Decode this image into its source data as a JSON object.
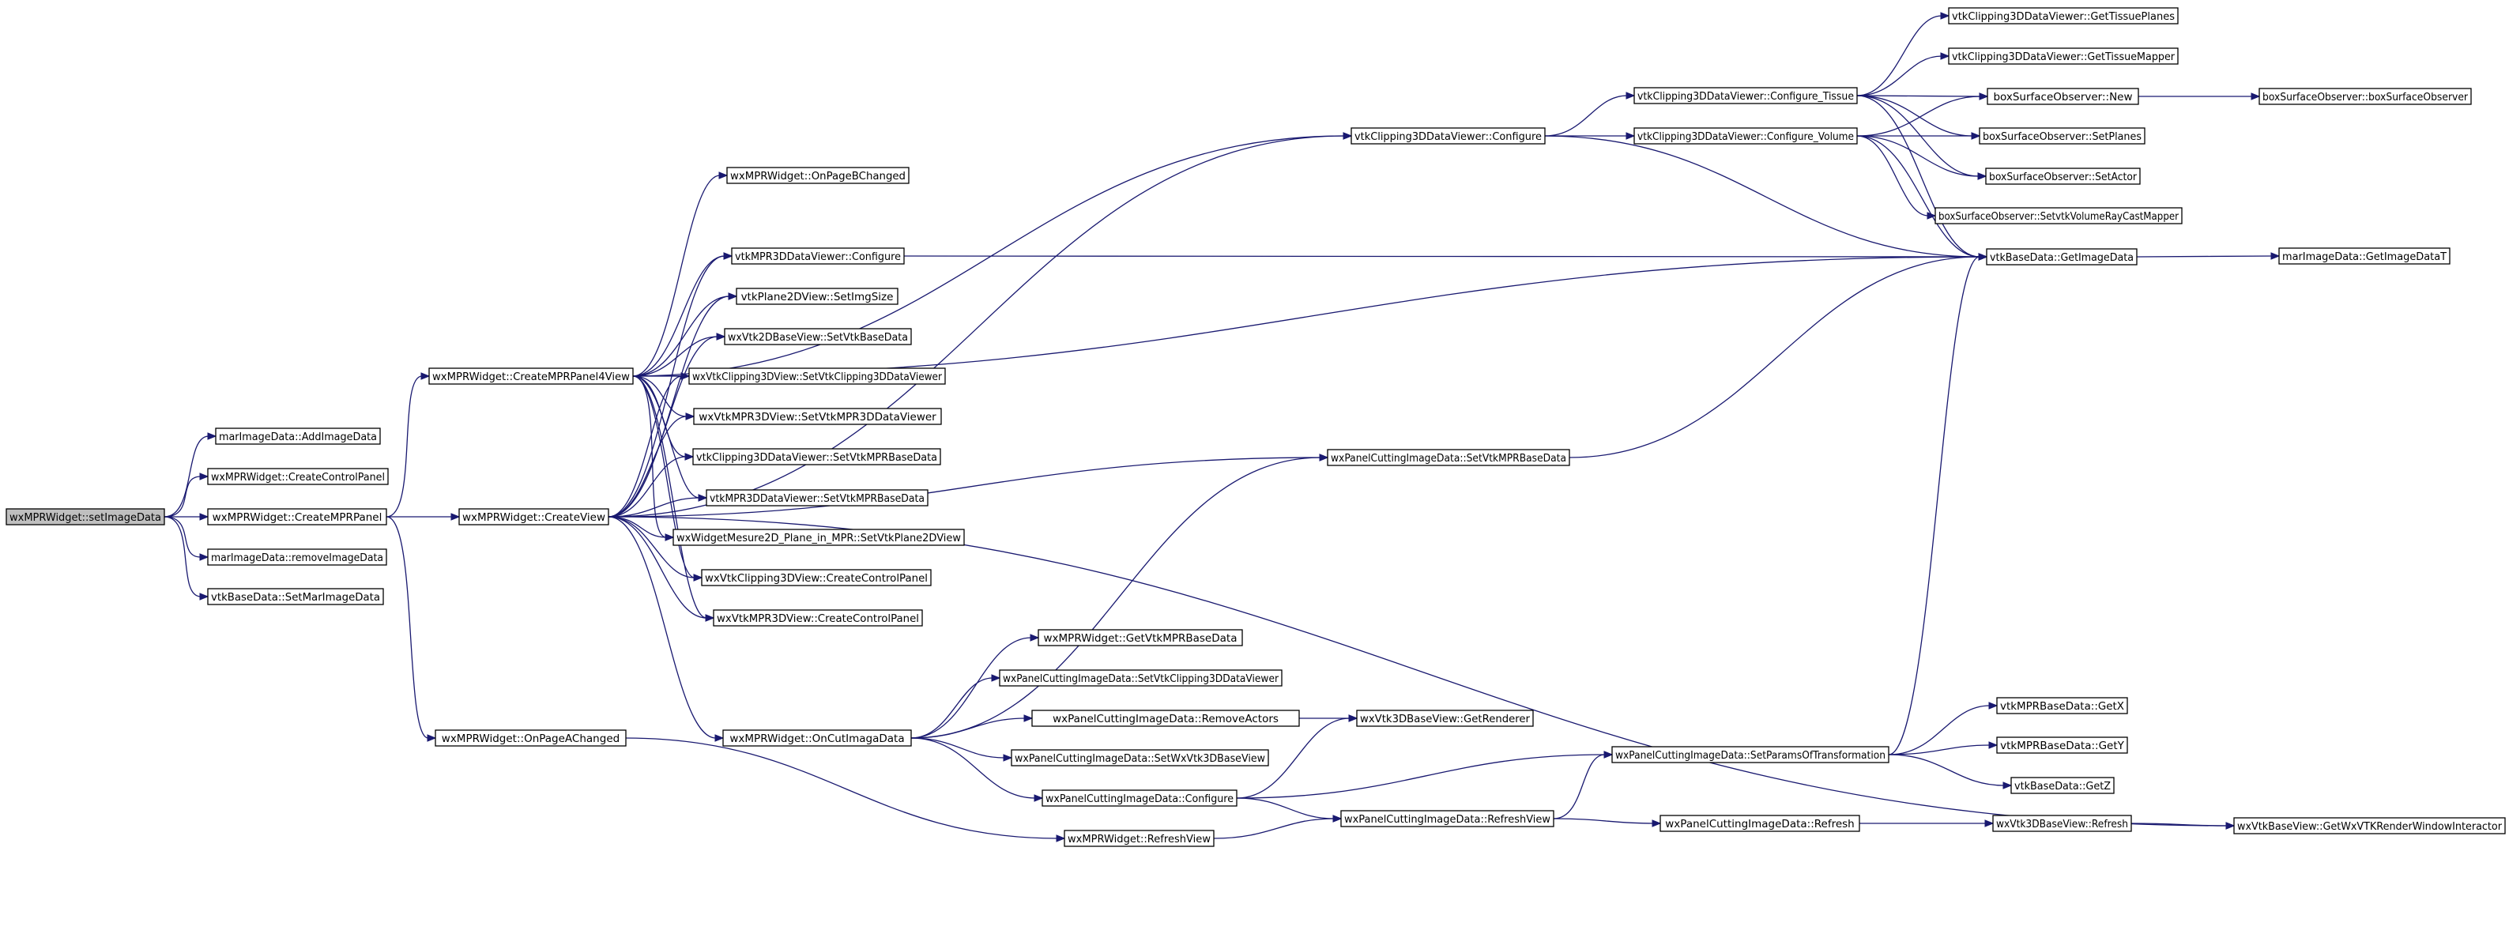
{
  "diagram": {
    "type": "call-graph",
    "edge_color": "#191970",
    "root_fill": "#bfbfbf",
    "nodes": [
      {
        "id": "root",
        "label": "wxMPRWidget::setImageData",
        "root": true
      },
      {
        "id": "addImageData",
        "label": "marImageData::AddImageData"
      },
      {
        "id": "createControlPanel",
        "label": "wxMPRWidget::CreateControlPanel"
      },
      {
        "id": "createMPRPanel",
        "label": "wxMPRWidget::CreateMPRPanel"
      },
      {
        "id": "removeImageData",
        "label": "marImageData::removeImageData"
      },
      {
        "id": "setMarImageData",
        "label": "vtkBaseData::SetMarImageData"
      },
      {
        "id": "createMPRPanel4View",
        "label": "wxMPRWidget::CreateMPRPanel4View"
      },
      {
        "id": "createView",
        "label": "wxMPRWidget::CreateView"
      },
      {
        "id": "onPageAChanged",
        "label": "wxMPRWidget::OnPageAChanged"
      },
      {
        "id": "onPageBChanged",
        "label": "wxMPRWidget::OnPageBChanged"
      },
      {
        "id": "mpr3dConfigure",
        "label": "vtkMPR3DDataViewer::Configure"
      },
      {
        "id": "setImgSize",
        "label": "vtkPlane2DView::SetImgSize"
      },
      {
        "id": "setVtkBaseData",
        "label": "wxVtk2DBaseView::SetVtkBaseData"
      },
      {
        "id": "setVtkClipping3DDataViewer",
        "label": "wxVtkClipping3DView::SetVtkClipping3DDataViewer"
      },
      {
        "id": "setVtkMPR3DDataViewer",
        "label": "wxVtkMPR3DView::SetVtkMPR3DDataViewer"
      },
      {
        "id": "clipSetVtkMPRBaseData",
        "label": "vtkClipping3DDataViewer::SetVtkMPRBaseData"
      },
      {
        "id": "mprSetVtkMPRBaseData",
        "label": "vtkMPR3DDataViewer::SetVtkMPRBaseData"
      },
      {
        "id": "setVtkPlane2DView",
        "label": "wxWidgetMesure2D_Plane_in_MPR::SetVtkPlane2DView"
      },
      {
        "id": "clipCreateControlPanel",
        "label": "wxVtkClipping3DView::CreateControlPanel"
      },
      {
        "id": "mprCreateControlPanel",
        "label": "wxVtkMPR3DView::CreateControlPanel"
      },
      {
        "id": "onCutImagaData",
        "label": "wxMPRWidget::OnCutImagaData"
      },
      {
        "id": "clipConfigure",
        "label": "vtkClipping3DDataViewer::Configure"
      },
      {
        "id": "pciSetVtkMPRBaseData",
        "label": "wxPanelCuttingImageData::SetVtkMPRBaseData"
      },
      {
        "id": "getVtkMPRBaseData",
        "label": "wxMPRWidget::GetVtkMPRBaseData"
      },
      {
        "id": "pciSetVtkClipping3DDataViewer",
        "label": "wxPanelCuttingImageData::SetVtkClipping3DDataViewer"
      },
      {
        "id": "removeActors",
        "label": "wxPanelCuttingImageData::RemoveActors"
      },
      {
        "id": "setWxVtk3DBaseView",
        "label": "wxPanelCuttingImageData::SetWxVtk3DBaseView"
      },
      {
        "id": "pciConfigure",
        "label": "wxPanelCuttingImageData::Configure"
      },
      {
        "id": "refreshView",
        "label": "wxMPRWidget::RefreshView"
      },
      {
        "id": "configureTissue",
        "label": "vtkClipping3DDataViewer::Configure_Tissue"
      },
      {
        "id": "configureVolume",
        "label": "vtkClipping3DDataViewer::Configure_Volume"
      },
      {
        "id": "getRenderer",
        "label": "wxVtk3DBaseView::GetRenderer"
      },
      {
        "id": "setParamsOfTransformation",
        "label": "wxPanelCuttingImageData::SetParamsOfTransformation"
      },
      {
        "id": "pciRefreshView",
        "label": "wxPanelCuttingImageData::RefreshView"
      },
      {
        "id": "pciRefresh",
        "label": "wxPanelCuttingImageData::Refresh"
      },
      {
        "id": "getTissuePlanes",
        "label": "vtkClipping3DDataViewer::GetTissuePlanes"
      },
      {
        "id": "getTissueMapper",
        "label": "vtkClipping3DDataViewer::GetTissueMapper"
      },
      {
        "id": "bsoNew",
        "label": "boxSurfaceObserver::New"
      },
      {
        "id": "bsoSetPlanes",
        "label": "boxSurfaceObserver::SetPlanes"
      },
      {
        "id": "bsoSetActor",
        "label": "boxSurfaceObserver::SetActor"
      },
      {
        "id": "bsoSetvtkVolumeRayCastMapper",
        "label": "boxSurfaceObserver::SetvtkVolumeRayCastMapper"
      },
      {
        "id": "getImageData",
        "label": "vtkBaseData::GetImageData"
      },
      {
        "id": "getX",
        "label": "vtkMPRBaseData::GetX"
      },
      {
        "id": "getY",
        "label": "vtkMPRBaseData::GetY"
      },
      {
        "id": "getZ",
        "label": "vtkBaseData::GetZ"
      },
      {
        "id": "vtk3dRefresh",
        "label": "wxVtk3DBaseView::Refresh"
      },
      {
        "id": "bsoBoxSurfaceObserver",
        "label": "boxSurfaceObserver::boxSurfaceObserver"
      },
      {
        "id": "getImageDataT",
        "label": "marImageData::GetImageDataT"
      },
      {
        "id": "getWxVTKRenderWindowInteractor",
        "label": "wxVtkBaseView::GetWxVTKRenderWindowInteractor"
      }
    ],
    "edges": [
      [
        "root",
        "addImageData"
      ],
      [
        "root",
        "createControlPanel"
      ],
      [
        "root",
        "createMPRPanel"
      ],
      [
        "root",
        "removeImageData"
      ],
      [
        "root",
        "setMarImageData"
      ],
      [
        "createMPRPanel",
        "createMPRPanel4View"
      ],
      [
        "createMPRPanel",
        "createView"
      ],
      [
        "createMPRPanel",
        "onPageAChanged"
      ],
      [
        "createMPRPanel4View",
        "onPageBChanged"
      ],
      [
        "createMPRPanel4View",
        "mpr3dConfigure"
      ],
      [
        "createMPRPanel4View",
        "setImgSize"
      ],
      [
        "createMPRPanel4View",
        "setVtkBaseData"
      ],
      [
        "createMPRPanel4View",
        "setVtkClipping3DDataViewer"
      ],
      [
        "createMPRPanel4View",
        "setVtkMPR3DDataViewer"
      ],
      [
        "createMPRPanel4View",
        "clipSetVtkMPRBaseData"
      ],
      [
        "createMPRPanel4View",
        "mprSetVtkMPRBaseData"
      ],
      [
        "createMPRPanel4View",
        "setVtkPlane2DView"
      ],
      [
        "createMPRPanel4View",
        "clipCreateControlPanel"
      ],
      [
        "createMPRPanel4View",
        "mprCreateControlPanel"
      ],
      [
        "createMPRPanel4View",
        "clipConfigure"
      ],
      [
        "createMPRPanel4View",
        "getImageData"
      ],
      [
        "createView",
        "mpr3dConfigure"
      ],
      [
        "createView",
        "setImgSize"
      ],
      [
        "createView",
        "setVtkBaseData"
      ],
      [
        "createView",
        "setVtkClipping3DDataViewer"
      ],
      [
        "createView",
        "setVtkMPR3DDataViewer"
      ],
      [
        "createView",
        "clipSetVtkMPRBaseData"
      ],
      [
        "createView",
        "mprSetVtkMPRBaseData"
      ],
      [
        "createView",
        "setVtkPlane2DView"
      ],
      [
        "createView",
        "clipCreateControlPanel"
      ],
      [
        "createView",
        "mprCreateControlPanel"
      ],
      [
        "createView",
        "onCutImagaData"
      ],
      [
        "createView",
        "clipConfigure"
      ],
      [
        "createView",
        "pciSetVtkMPRBaseData"
      ],
      [
        "createView",
        "getWxVTKRenderWindowInteractor"
      ],
      [
        "onPageAChanged",
        "refreshView"
      ],
      [
        "onCutImagaData",
        "pciSetVtkMPRBaseData"
      ],
      [
        "onCutImagaData",
        "getVtkMPRBaseData"
      ],
      [
        "onCutImagaData",
        "pciSetVtkClipping3DDataViewer"
      ],
      [
        "onCutImagaData",
        "removeActors"
      ],
      [
        "onCutImagaData",
        "setWxVtk3DBaseView"
      ],
      [
        "onCutImagaData",
        "pciConfigure"
      ],
      [
        "mpr3dConfigure",
        "getImageData"
      ],
      [
        "clipConfigure",
        "configureTissue"
      ],
      [
        "clipConfigure",
        "configureVolume"
      ],
      [
        "clipConfigure",
        "getImageData"
      ],
      [
        "pciSetVtkMPRBaseData",
        "getImageData"
      ],
      [
        "removeActors",
        "getRenderer"
      ],
      [
        "pciConfigure",
        "getRenderer"
      ],
      [
        "pciConfigure",
        "setParamsOfTransformation"
      ],
      [
        "pciConfigure",
        "pciRefreshView"
      ],
      [
        "refreshView",
        "pciRefreshView"
      ],
      [
        "configureTissue",
        "getTissuePlanes"
      ],
      [
        "configureTissue",
        "getTissueMapper"
      ],
      [
        "configureTissue",
        "bsoNew"
      ],
      [
        "configureTissue",
        "bsoSetPlanes"
      ],
      [
        "configureTissue",
        "bsoSetActor"
      ],
      [
        "configureTissue",
        "getImageData"
      ],
      [
        "configureVolume",
        "bsoNew"
      ],
      [
        "configureVolume",
        "bsoSetPlanes"
      ],
      [
        "configureVolume",
        "bsoSetActor"
      ],
      [
        "configureVolume",
        "bsoSetvtkVolumeRayCastMapper"
      ],
      [
        "configureVolume",
        "getImageData"
      ],
      [
        "setParamsOfTransformation",
        "getX"
      ],
      [
        "setParamsOfTransformation",
        "getY"
      ],
      [
        "setParamsOfTransformation",
        "getZ"
      ],
      [
        "setParamsOfTransformation",
        "getImageData"
      ],
      [
        "pciRefreshView",
        "setParamsOfTransformation"
      ],
      [
        "pciRefreshView",
        "pciRefresh"
      ],
      [
        "pciRefresh",
        "vtk3dRefresh"
      ],
      [
        "vtk3dRefresh",
        "getWxVTKRenderWindowInteractor"
      ],
      [
        "bsoNew",
        "bsoBoxSurfaceObserver"
      ],
      [
        "getImageData",
        "getImageDataT"
      ]
    ]
  }
}
